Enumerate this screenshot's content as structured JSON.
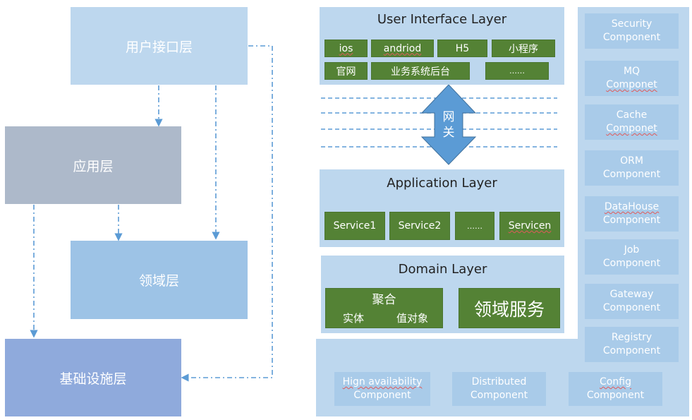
{
  "left": {
    "ui_layer": "用户接口层",
    "app_layer": "应用层",
    "domain_layer": "领域层",
    "infra_layer": "基础设施层"
  },
  "ui_layer": {
    "title": "User Interface Layer",
    "row1": [
      "ios",
      "andriod",
      "H5",
      "小程序"
    ],
    "row2": [
      "官网",
      "业务系统后台",
      "……"
    ]
  },
  "gateway": {
    "label_1": "网",
    "label_2": "关"
  },
  "app_layer": {
    "title": "Application Layer",
    "services": [
      "Service1",
      "Service2",
      "……",
      "Servicen"
    ]
  },
  "domain_layer": {
    "title": "Domain Layer",
    "aggregate": "聚合",
    "entity": "实体",
    "value_object": "值对象",
    "domain_service": "领域服务"
  },
  "right_components": [
    {
      "l1": "Security",
      "l2": "Component"
    },
    {
      "l1": "MQ",
      "l2": "Componet"
    },
    {
      "l1": "Cache",
      "l2": "Componet"
    },
    {
      "l1": "ORM",
      "l2": "Component"
    },
    {
      "l1": "DataHouse",
      "l2": "Component"
    },
    {
      "l1": "Job",
      "l2": "Component"
    },
    {
      "l1": "Gateway",
      "l2": "Component"
    },
    {
      "l1": "Registry",
      "l2": "Component"
    }
  ],
  "bottom_components": [
    {
      "l1": "Hign availability",
      "l2": "Component"
    },
    {
      "l1": "Distributed",
      "l2": "Component"
    },
    {
      "l1": "Config",
      "l2": "Component"
    }
  ],
  "colors": {
    "ui_box": "#bdd7ee",
    "app_box": "#adb9ca",
    "domain_box": "#9dc3e6",
    "infra_box": "#8faadc",
    "panel": "#bdd7ee",
    "green": "#548235",
    "component": "#a9cbe9",
    "arrow": "#5b9bd5"
  }
}
